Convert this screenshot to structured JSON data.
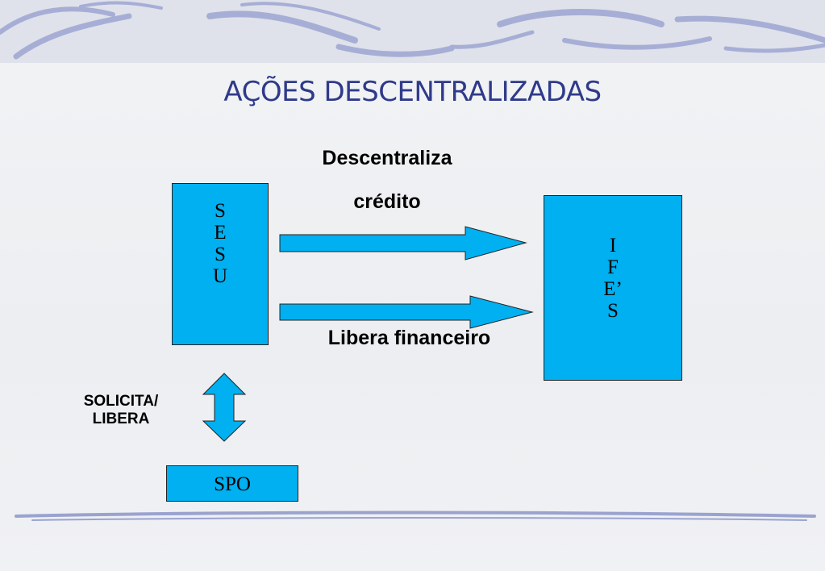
{
  "title": "AÇÕES DESCENTRALIZADAS",
  "sesu": {
    "letters": [
      "S",
      "E",
      "S",
      "U"
    ]
  },
  "ifes": {
    "letters": [
      "I",
      "F",
      "E’",
      "S"
    ]
  },
  "spo": {
    "label": "SPO"
  },
  "labels": {
    "top_line1": "Descentraliza",
    "top_line2": "crédito",
    "bottom": "Libera financeiro",
    "side_line1": "SOLICITA/",
    "side_line2": "LIBERA"
  },
  "colors": {
    "box_fill": "#00b0f0",
    "title_text": "#2f3a8a",
    "decor_stroke": "#9aa3cf"
  }
}
